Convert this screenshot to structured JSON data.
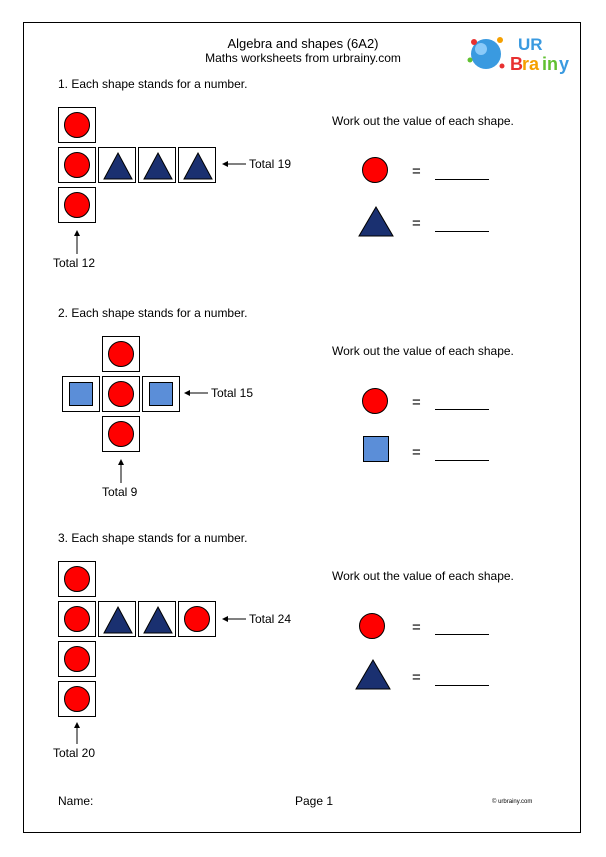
{
  "header": {
    "title": "Algebra and shapes (6A2)",
    "subtitle": "Maths worksheets from urbrainy.com",
    "logo_text": "URBrainy"
  },
  "questions": [
    {
      "prompt": "1. Each shape stands for a number.",
      "instruction": "Work out the value of each shape.",
      "row_total": "Total 19",
      "col_total": "Total 12"
    },
    {
      "prompt": "2. Each shape stands for a number.",
      "instruction": "Work out the value of each shape.",
      "row_total": "Total 15",
      "col_total": "Total 9"
    },
    {
      "prompt": "3. Each shape stands for a number.",
      "instruction": "Work out the value of each shape.",
      "row_total": "Total 24",
      "col_total": "Total 20"
    }
  ],
  "equals": "=",
  "footer": {
    "name_label": "Name:",
    "page_label": "Page 1",
    "copyright": "© urbrainy.com"
  },
  "colors": {
    "circle": "#ff0000",
    "triangle": "#1a3070",
    "square": "#5b8ed8"
  }
}
